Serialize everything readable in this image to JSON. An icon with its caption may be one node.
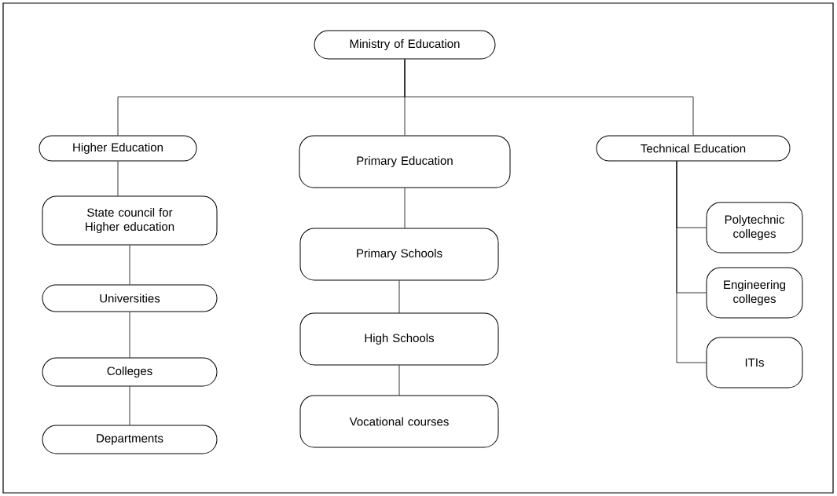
{
  "diagram": {
    "nodes": [
      {
        "text": [
          "Ministry of Education"
        ]
      },
      {
        "text": [
          "Higher Education"
        ]
      },
      {
        "text": [
          "Primary Education"
        ]
      },
      {
        "text": [
          "Technical Education"
        ]
      },
      {
        "text": [
          "State council for Higher education"
        ]
      },
      {
        "text": [
          "Universities"
        ]
      },
      {
        "text": [
          "Colleges"
        ]
      },
      {
        "text": [
          "Departments"
        ]
      },
      {
        "text": [
          "Primary Schools"
        ]
      },
      {
        "text": [
          "High Schools"
        ]
      },
      {
        "text": [
          "Vocational courses"
        ]
      },
      {
        "text": [
          "Polytechnic colleges"
        ]
      },
      {
        "text": [
          "Engineering colleges"
        ]
      },
      {
        "text": [
          "ITIs"
        ]
      }
    ],
    "edges": [
      {
        "from": 0,
        "to": 1,
        "arrow": "none"
      },
      {
        "from": 0,
        "to": 2,
        "arrow": "none"
      },
      {
        "from": 0,
        "to": 3,
        "arrow": "none"
      },
      {
        "from": 1,
        "to": 4,
        "arrow": "none"
      },
      {
        "from": 4,
        "to": 5,
        "arrow": "none"
      },
      {
        "from": 5,
        "to": 6,
        "arrow": "none"
      },
      {
        "from": 6,
        "to": 7,
        "arrow": "none"
      },
      {
        "from": 2,
        "to": 8,
        "arrow": "none"
      },
      {
        "from": 8,
        "to": 9,
        "arrow": "none"
      },
      {
        "from": 9,
        "to": 10,
        "arrow": "none"
      },
      {
        "from": 3,
        "to": 11,
        "arrow": "none"
      },
      {
        "from": 3,
        "to": 12,
        "arrow": "none"
      },
      {
        "from": 3,
        "to": 13,
        "arrow": "none"
      }
    ]
  }
}
